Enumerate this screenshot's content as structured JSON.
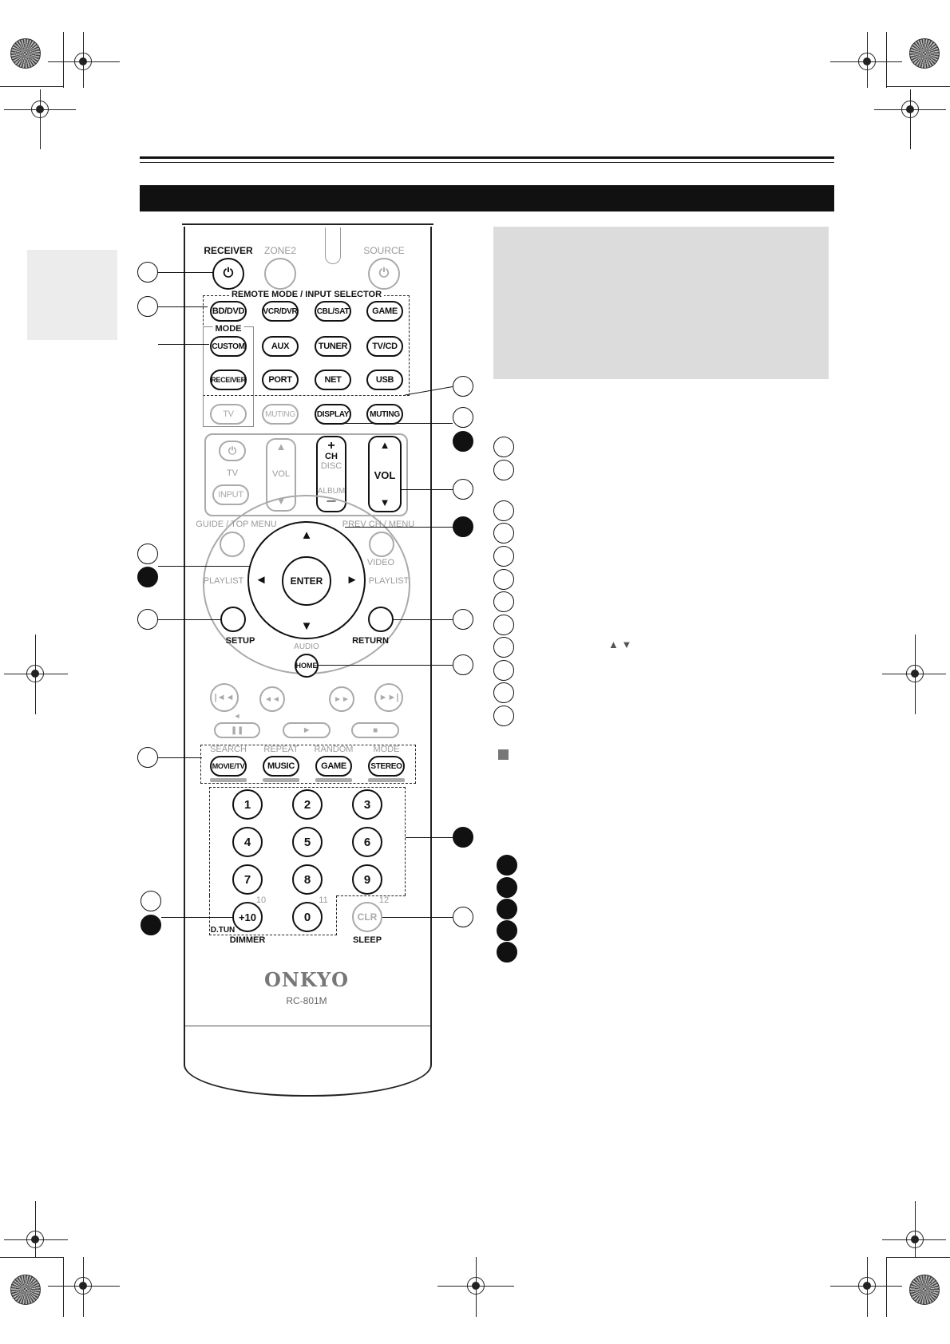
{
  "page": {
    "title_bar_text": "",
    "side_tab_text": ""
  },
  "remote": {
    "top_labels": {
      "receiver": "RECEIVER",
      "zone2": "ZONE2",
      "source": "SOURCE"
    },
    "selector_header": "REMOTE MODE / INPUT SELECTOR",
    "mode_header": "MODE",
    "selector_row1": [
      "BD/DVD",
      "VCR/DVR",
      "CBL/SAT",
      "GAME"
    ],
    "selector_row2": [
      "CUSTOM",
      "AUX",
      "TUNER",
      "TV/CD"
    ],
    "selector_row3": [
      "RECEIVER",
      "PORT",
      "NET",
      "USB"
    ],
    "row4": {
      "tv": "TV",
      "muting_grey": "MUTING",
      "display": "DISPLAY",
      "muting": "MUTING"
    },
    "tv_panel": {
      "tv": "TV",
      "input": "INPUT",
      "vol": "VOL"
    },
    "ch_panel": {
      "plus": "+",
      "ch": "CH",
      "disc": "DISC",
      "album": "ALBUM",
      "minus": "—"
    },
    "vol_panel": {
      "vol": "VOL"
    },
    "nav": {
      "guide_top_menu": "GUIDE / TOP MENU",
      "prev_ch_menu": "PREV CH / MENU",
      "video": "VIDEO",
      "playlist_left": "PLAYLIST",
      "playlist_right": "PLAYLIST",
      "enter": "ENTER",
      "setup": "SETUP",
      "return": "RETURN",
      "audio": "AUDIO",
      "home": "HOME"
    },
    "mode_row_labels": [
      "SEARCH",
      "REPEAT",
      "RANDOM",
      "MODE"
    ],
    "mode_row_buttons": [
      "MOVIE/TV",
      "MUSIC",
      "GAME",
      "STEREO"
    ],
    "keypad": [
      "1",
      "2",
      "3",
      "4",
      "5",
      "6",
      "7",
      "8",
      "9"
    ],
    "keypad_bottom": {
      "plus10": "+10",
      "zero": "0",
      "clr": "CLR",
      "lbl_10": "10",
      "lbl_11": "11",
      "lbl_12": "12"
    },
    "bottom_labels": {
      "d_tun": "D.TUN",
      "dimmer": "DIMMER",
      "sleep": "SLEEP"
    },
    "brand": "ONKYO",
    "model": "RC-801M"
  },
  "description_list": {
    "arrow_glyphs": "▲  ▼"
  }
}
